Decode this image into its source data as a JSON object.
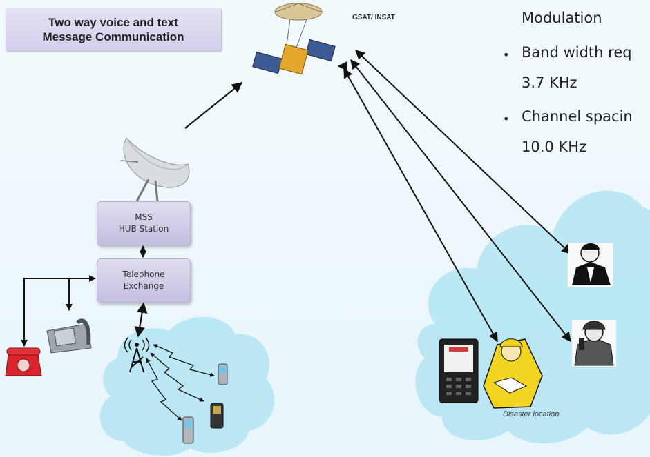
{
  "title": {
    "line1": "Two way voice and text",
    "line2": "Message Communication"
  },
  "satellite_label": "GSAT/ INSAT",
  "specs": {
    "heading": "Modulation",
    "bandwidth_label": "Band width req",
    "bandwidth_value": "3.7 KHz",
    "spacing_label": "Channel spacin",
    "spacing_value": "10.0 KHz"
  },
  "hub_box": {
    "line1": "MSS",
    "line2": "HUB Station"
  },
  "exchange_box": {
    "line1": "Telephone",
    "line2": "Exchange"
  },
  "disaster_label": "Disaster location",
  "colors": {
    "cloud": "#b6e6f4",
    "box": "#d3cfec",
    "phone_red": "#d9242b"
  }
}
